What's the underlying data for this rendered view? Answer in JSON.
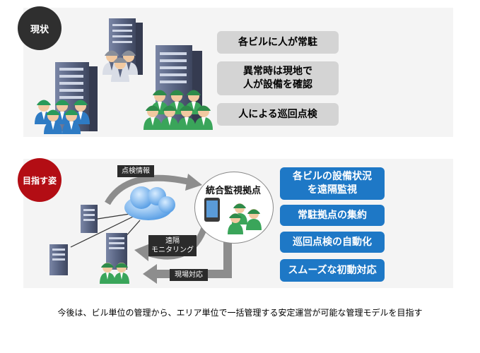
{
  "current": {
    "badge": "現状",
    "items": [
      "各ビルに人が常駐",
      "異常時は現地で\n人が設備を確認",
      "人による巡回点検"
    ]
  },
  "goal": {
    "badge": "目指す姿",
    "hub_label": "統合監視拠点",
    "flow_labels": {
      "inspection_info": "点検情報",
      "remote_monitoring": "遠隔\nモニタリング",
      "onsite_response": "現場対応"
    },
    "items": [
      "各ビルの設備状況\nを遠隔監視",
      "常駐拠点の集約",
      "巡回点検の自動化",
      "スムーズな初動対応"
    ]
  },
  "caption": "今後は、ビル単位の管理から、エリア単位で一括管理する安定運営が可能な管理モデルを目指す",
  "colors": {
    "panel_bg": "#f4f4f4",
    "current_badge": "#2f2f2f",
    "goal_badge": "#b30d14",
    "gray_pill": "#d4d4d4",
    "blue_box": "#1e78c6",
    "worker_green": "#3aa55a",
    "worker_blue": "#2e7bc4",
    "building": "#5a6480"
  },
  "icons": [
    "building-icon",
    "worker-group-icon",
    "cloud-icon",
    "tablet-icon",
    "curved-arrow-icon"
  ]
}
